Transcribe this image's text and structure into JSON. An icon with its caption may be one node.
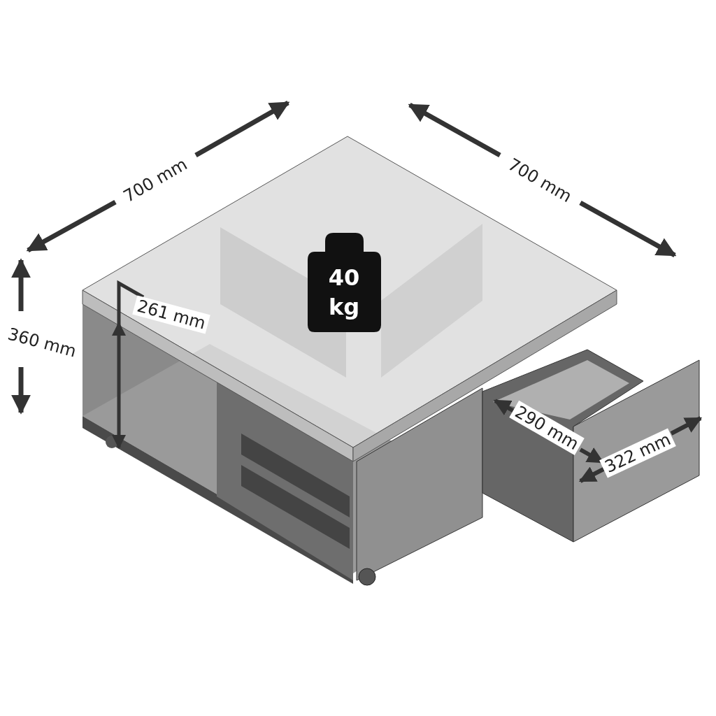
{
  "diagram": {
    "labels": [
      "700 mm",
      "700 mm",
      "360 mm",
      "261 mm",
      "40 kg",
      "290 mm",
      "322 mm"
    ]
  }
}
